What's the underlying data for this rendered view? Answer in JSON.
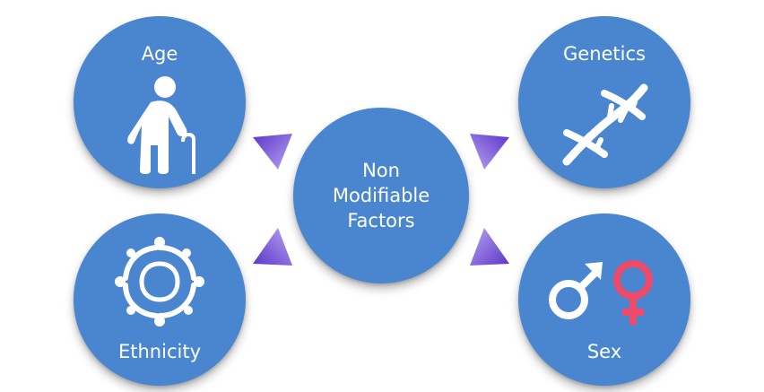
{
  "center": {
    "lines": [
      "Non",
      "Modifiable",
      "Factors"
    ]
  },
  "factors": {
    "age": {
      "label": "Age",
      "icon": "elderly-person-with-cane-icon"
    },
    "genetics": {
      "label": "Genetics",
      "icon": "dna-helix-icon"
    },
    "ethnicity": {
      "label": "Ethnicity",
      "icon": "people-circle-icon"
    },
    "sex": {
      "label": "Sex",
      "icon": "male-female-symbols-icon"
    }
  },
  "colors": {
    "circle": "#4a86d0",
    "arrow": "#7b5ad6",
    "female_symbol": "#ee4a6a",
    "text": "#ffffff"
  }
}
